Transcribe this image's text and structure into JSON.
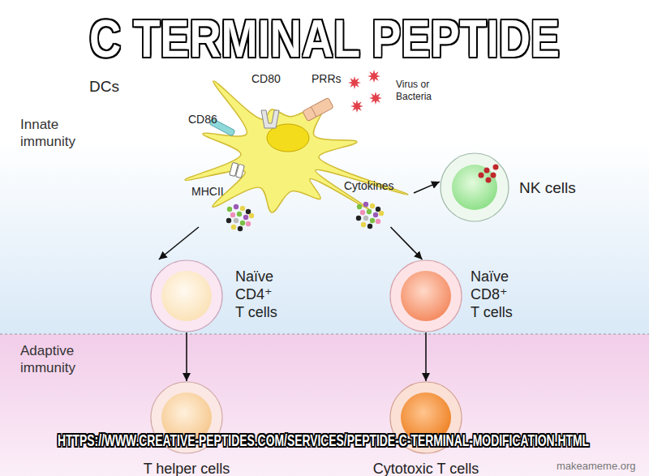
{
  "diagram": {
    "title": "C TERMINAL PEPTIDE",
    "caption": "HTTPS://WWW.CREATIVE-PEPTIDES.COM/SERVICES/PEPTIDE-C-TERMINAL-MODIFICATION.HTML",
    "nodes": [
      {
        "text": [
          "Innate immunity"
        ]
      },
      {
        "text": [
          "DCs"
        ],
        "in": 0
      },
      {
        "text": [
          "NK cells"
        ],
        "in": 0
      },
      {
        "text": [
          "Naïve CD4⁺ T cells"
        ],
        "in": 0
      },
      {
        "text": [
          "Naïve CD8⁺ T cells"
        ],
        "in": 0
      },
      {
        "text": [
          "Adaptive immunity"
        ]
      },
      {
        "text": [
          "T helper cells"
        ],
        "in": 5
      },
      {
        "text": [
          "Cytotoxic T cells"
        ],
        "in": 5
      }
    ],
    "edges": [
      {
        "from": 1,
        "to": 2,
        "label": "Cytokines",
        "arrow": "to"
      },
      {
        "from": 1,
        "to": 3,
        "arrow": "to"
      },
      {
        "from": 1,
        "to": 4,
        "arrow": "to"
      },
      {
        "from": 3,
        "to": 6,
        "arrow": "to"
      },
      {
        "from": 4,
        "to": 7,
        "arrow": "to"
      }
    ],
    "labels": [
      "CD86",
      "CD80",
      "PRRs",
      "MHCII",
      "Virus or Bacteria",
      "makeameme.org"
    ]
  }
}
